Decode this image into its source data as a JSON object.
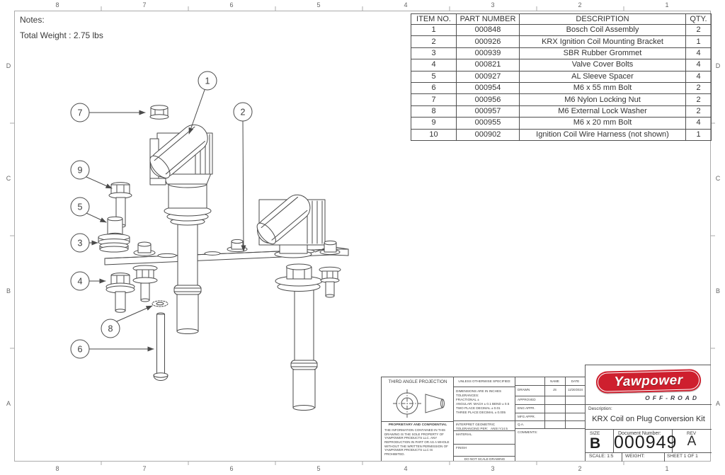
{
  "sheet": {
    "notes_label": "Notes:",
    "notes_weight": "Total Weight : 2.75 lbs",
    "zone_columns": [
      "8",
      "7",
      "6",
      "5",
      "4",
      "3",
      "2",
      "1"
    ],
    "zone_rows": [
      "D",
      "C",
      "B",
      "A"
    ]
  },
  "parts_table": {
    "headers": [
      "ITEM NO.",
      "PART NUMBER",
      "DESCRIPTION",
      "QTY."
    ],
    "rows": [
      [
        "1",
        "000848",
        "Bosch Coil Assembly",
        "2"
      ],
      [
        "2",
        "000926",
        "KRX Ignition Coil Mounting Bracket",
        "1"
      ],
      [
        "3",
        "000939",
        "SBR Rubber Grommet",
        "4"
      ],
      [
        "4",
        "000821",
        "Valve Cover Bolts",
        "4"
      ],
      [
        "5",
        "000927",
        "AL Sleeve Spacer",
        "4"
      ],
      [
        "6",
        "000954",
        "M6 x 55 mm Bolt",
        "2"
      ],
      [
        "7",
        "000956",
        "M6 Nylon Locking Nut",
        "2"
      ],
      [
        "8",
        "000957",
        "M6 External Lock Washer",
        "2"
      ],
      [
        "9",
        "000955",
        "M6 x 20 mm Bolt",
        "4"
      ],
      [
        "10",
        "000902",
        "Ignition Coil Wire Harness (not shown)",
        "1"
      ]
    ]
  },
  "drawing": {
    "balloons": {
      "b1": "1",
      "b2": "2",
      "b3": "3",
      "b4": "4",
      "b5": "5",
      "b6": "6",
      "b7": "7",
      "b8": "8",
      "b9": "9"
    }
  },
  "projection": {
    "title": "THIRD ANGLE PROJECTION",
    "proprietary_title": "PROPRIETARY AND CONFIDENTIAL",
    "proprietary_text": "THE INFORMATION CONTAINED IN THIS DRAWING IS THE SOLE PROPERTY OF YAWPOWER PRODUCTS LLC.  ANY REPRODUCTION IN PART OR AS A WHOLE WITHOUT THE WRITTEN PERMISSION OF YAWPOWER PRODUCTS LLC IS PROHIBITED."
  },
  "specs": {
    "unless": "UNLESS OTHERWISE SPECIFIED:",
    "l1": "DIMENSIONS ARE IN INCHES",
    "l2": "TOLERANCES:",
    "l3": "FRACTIONAL ±",
    "l4": "ANGULAR: MACH ± 0.1  BEND ± 0.5",
    "l5": "TWO PLACE DECIMAL    ± 0.01",
    "l6": "THREE PLACE DECIMAL  ± 0.005",
    "interpret1": "INTERPRET GEOMETRIC",
    "interpret2": "TOLERANCING PER:",
    "interpret_std": "ANSI Y14.5",
    "material_label": "MATERIAL",
    "finish_label": "FINISH",
    "do_not_scale": "DO NOT SCALE DRAWING"
  },
  "approvals": {
    "name_header": "NAME",
    "date_header": "DATE",
    "rows": [
      {
        "label": "DRAWN",
        "name": "JS",
        "date": "12/20/2024"
      },
      {
        "label": "APPROVED",
        "name": "",
        "date": ""
      },
      {
        "label": "ENG APPR.",
        "name": "",
        "date": ""
      },
      {
        "label": "MFG APPR.",
        "name": "",
        "date": ""
      },
      {
        "label": "Q.A.",
        "name": "",
        "date": ""
      },
      {
        "label": "COMMENTS:",
        "name": "",
        "date": ""
      }
    ]
  },
  "title_block": {
    "logo_main": "Yawpower",
    "logo_sub": "OFF-ROAD",
    "description_label": "Description:",
    "description": "KRX Coil on Plug Conversion Kit",
    "size_label": "SIZE",
    "size": "B",
    "doc_label": "Document Number:",
    "doc_number": "000949",
    "rev_label": "REV",
    "rev": "A",
    "scale": "SCALE: 1:5",
    "weight_label": "WEIGHT:",
    "sheet": "SHEET 1 OF 1"
  },
  "colors": {
    "line": "#4a4a4a",
    "border": "#ababab",
    "logo_red": "#ce1f2e",
    "text": "#3a3a3a"
  }
}
